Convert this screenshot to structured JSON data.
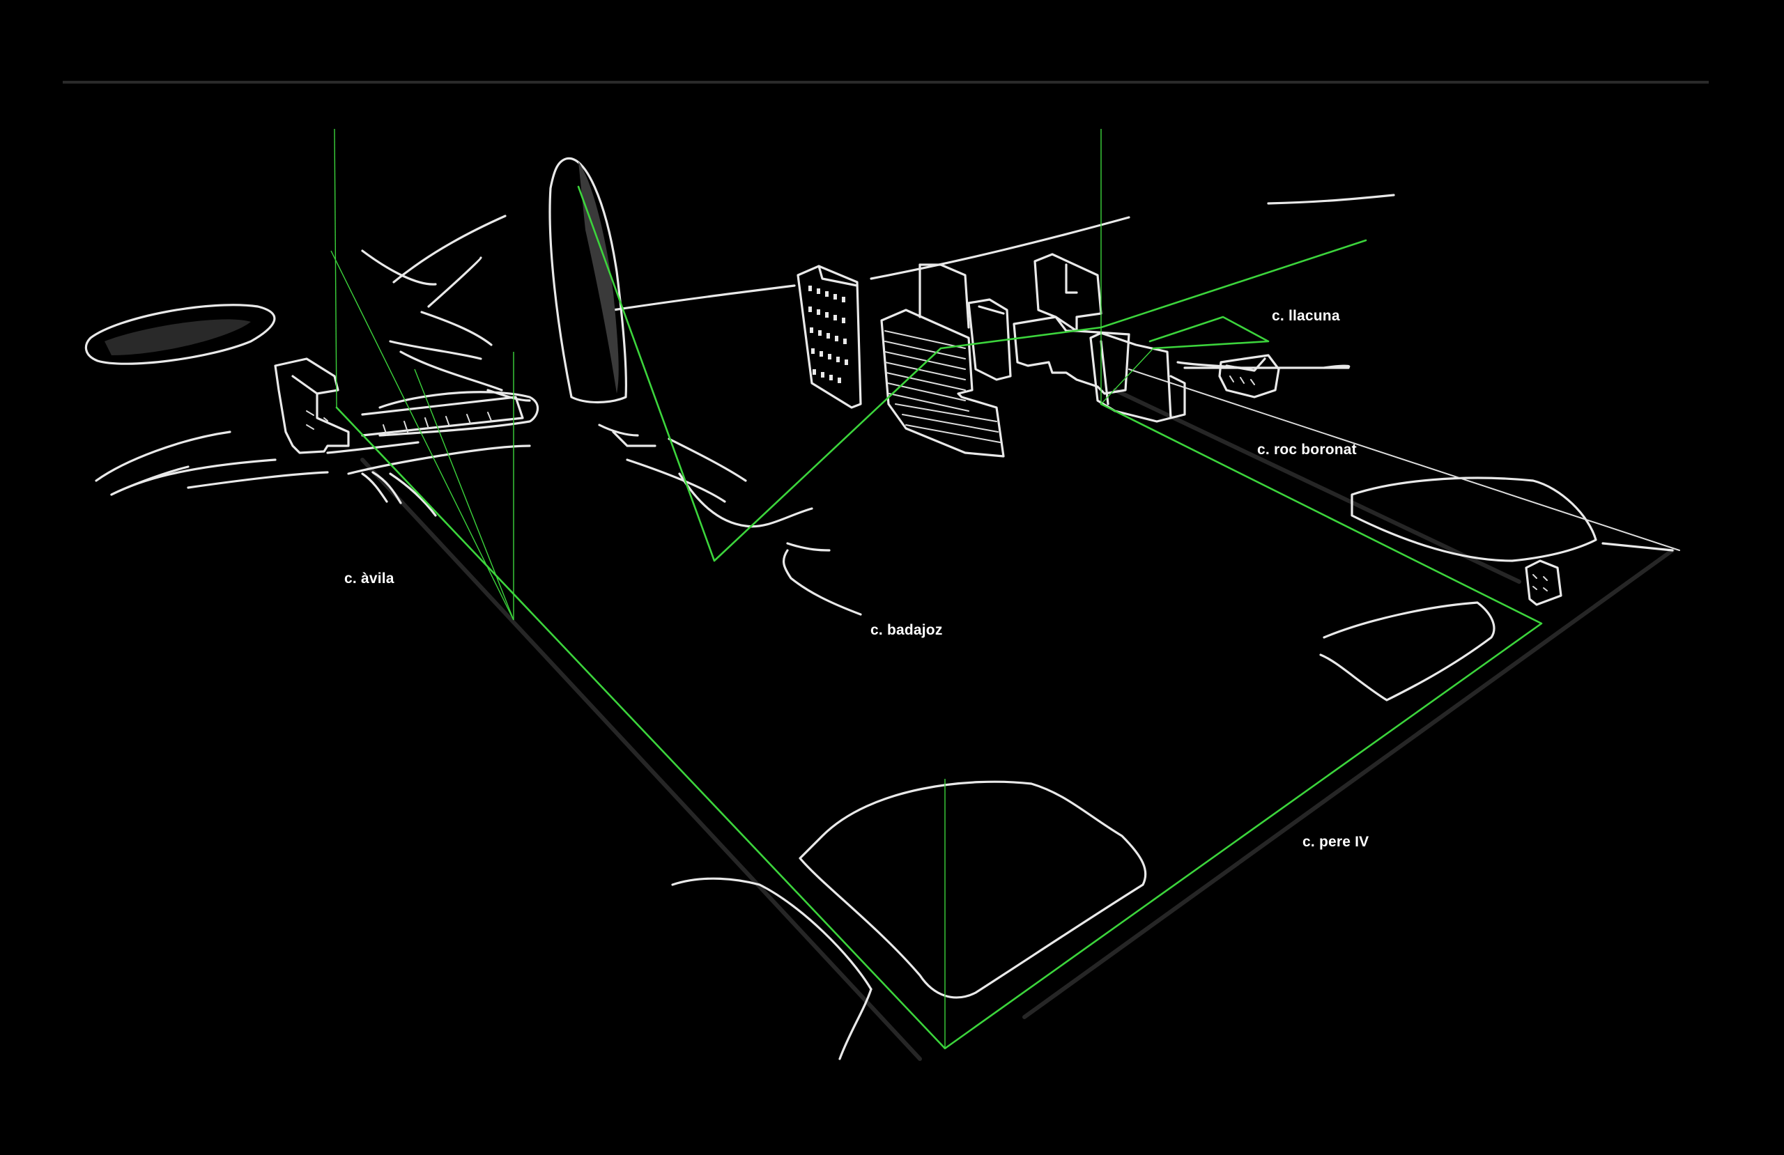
{
  "labels": {
    "avila": "c. àvila",
    "badajoz": "c. badajoz",
    "llacuna": "c. llacuna",
    "roc_boronat": "c. roc boronat",
    "pere_iv": "c. pere IV"
  },
  "colors": {
    "background": "#000000",
    "sketch": "#e9e9e9",
    "highlight": "#3cd43c",
    "text": "#ffffff"
  }
}
